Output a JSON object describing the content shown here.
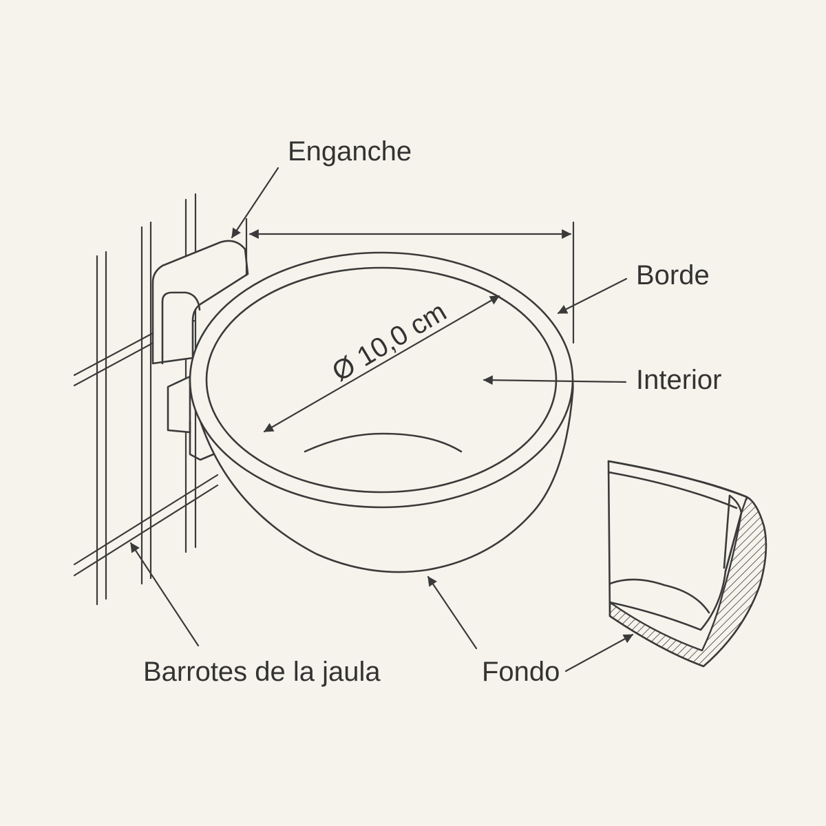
{
  "labels": {
    "hook": "Enganche",
    "rim": "Borde",
    "interior": "Interior",
    "bars": "Barrotes de la jaula",
    "bottom": "Fondo",
    "diameter": "Ø 10,0 cm"
  },
  "colors": {
    "background": "#f6f3ec",
    "ink": "#3a3a3a"
  }
}
